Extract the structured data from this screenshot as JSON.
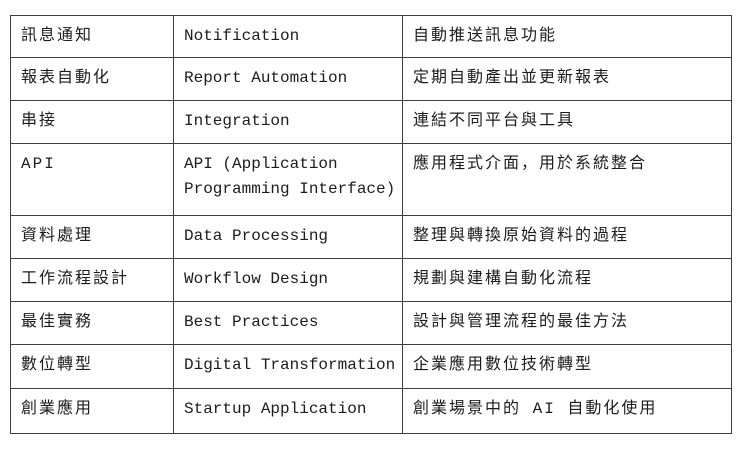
{
  "table": {
    "rows": [
      {
        "term_zh": "訊息通知",
        "term_en": "Notification",
        "desc_zh": "自動推送訊息功能"
      },
      {
        "term_zh": "報表自動化",
        "term_en": "Report Automation",
        "desc_zh": "定期自動產出並更新報表"
      },
      {
        "term_zh": "串接",
        "term_en": "Integration",
        "desc_zh": "連結不同平台與工具"
      },
      {
        "term_zh": "API",
        "term_en": "API (Application Programming Interface)",
        "desc_zh": "應用程式介面，用於系統整合"
      },
      {
        "term_zh": "資料處理",
        "term_en": "Data Processing",
        "desc_zh": "整理與轉換原始資料的過程"
      },
      {
        "term_zh": "工作流程設計",
        "term_en": "Workflow Design",
        "desc_zh": "規劃與建構自動化流程"
      },
      {
        "term_zh": "最佳實務",
        "term_en": "Best Practices",
        "desc_zh": "設計與管理流程的最佳方法"
      },
      {
        "term_zh": "數位轉型",
        "term_en": "Digital Transformation",
        "desc_zh": "企業應用數位技術轉型"
      },
      {
        "term_zh": "創業應用",
        "term_en": "Startup Application",
        "desc_zh": "創業場景中的 AI 自動化使用"
      }
    ],
    "colors": {
      "border": "#3f3f3f",
      "text": "#1c1c1c",
      "background": "#ffffff"
    }
  }
}
